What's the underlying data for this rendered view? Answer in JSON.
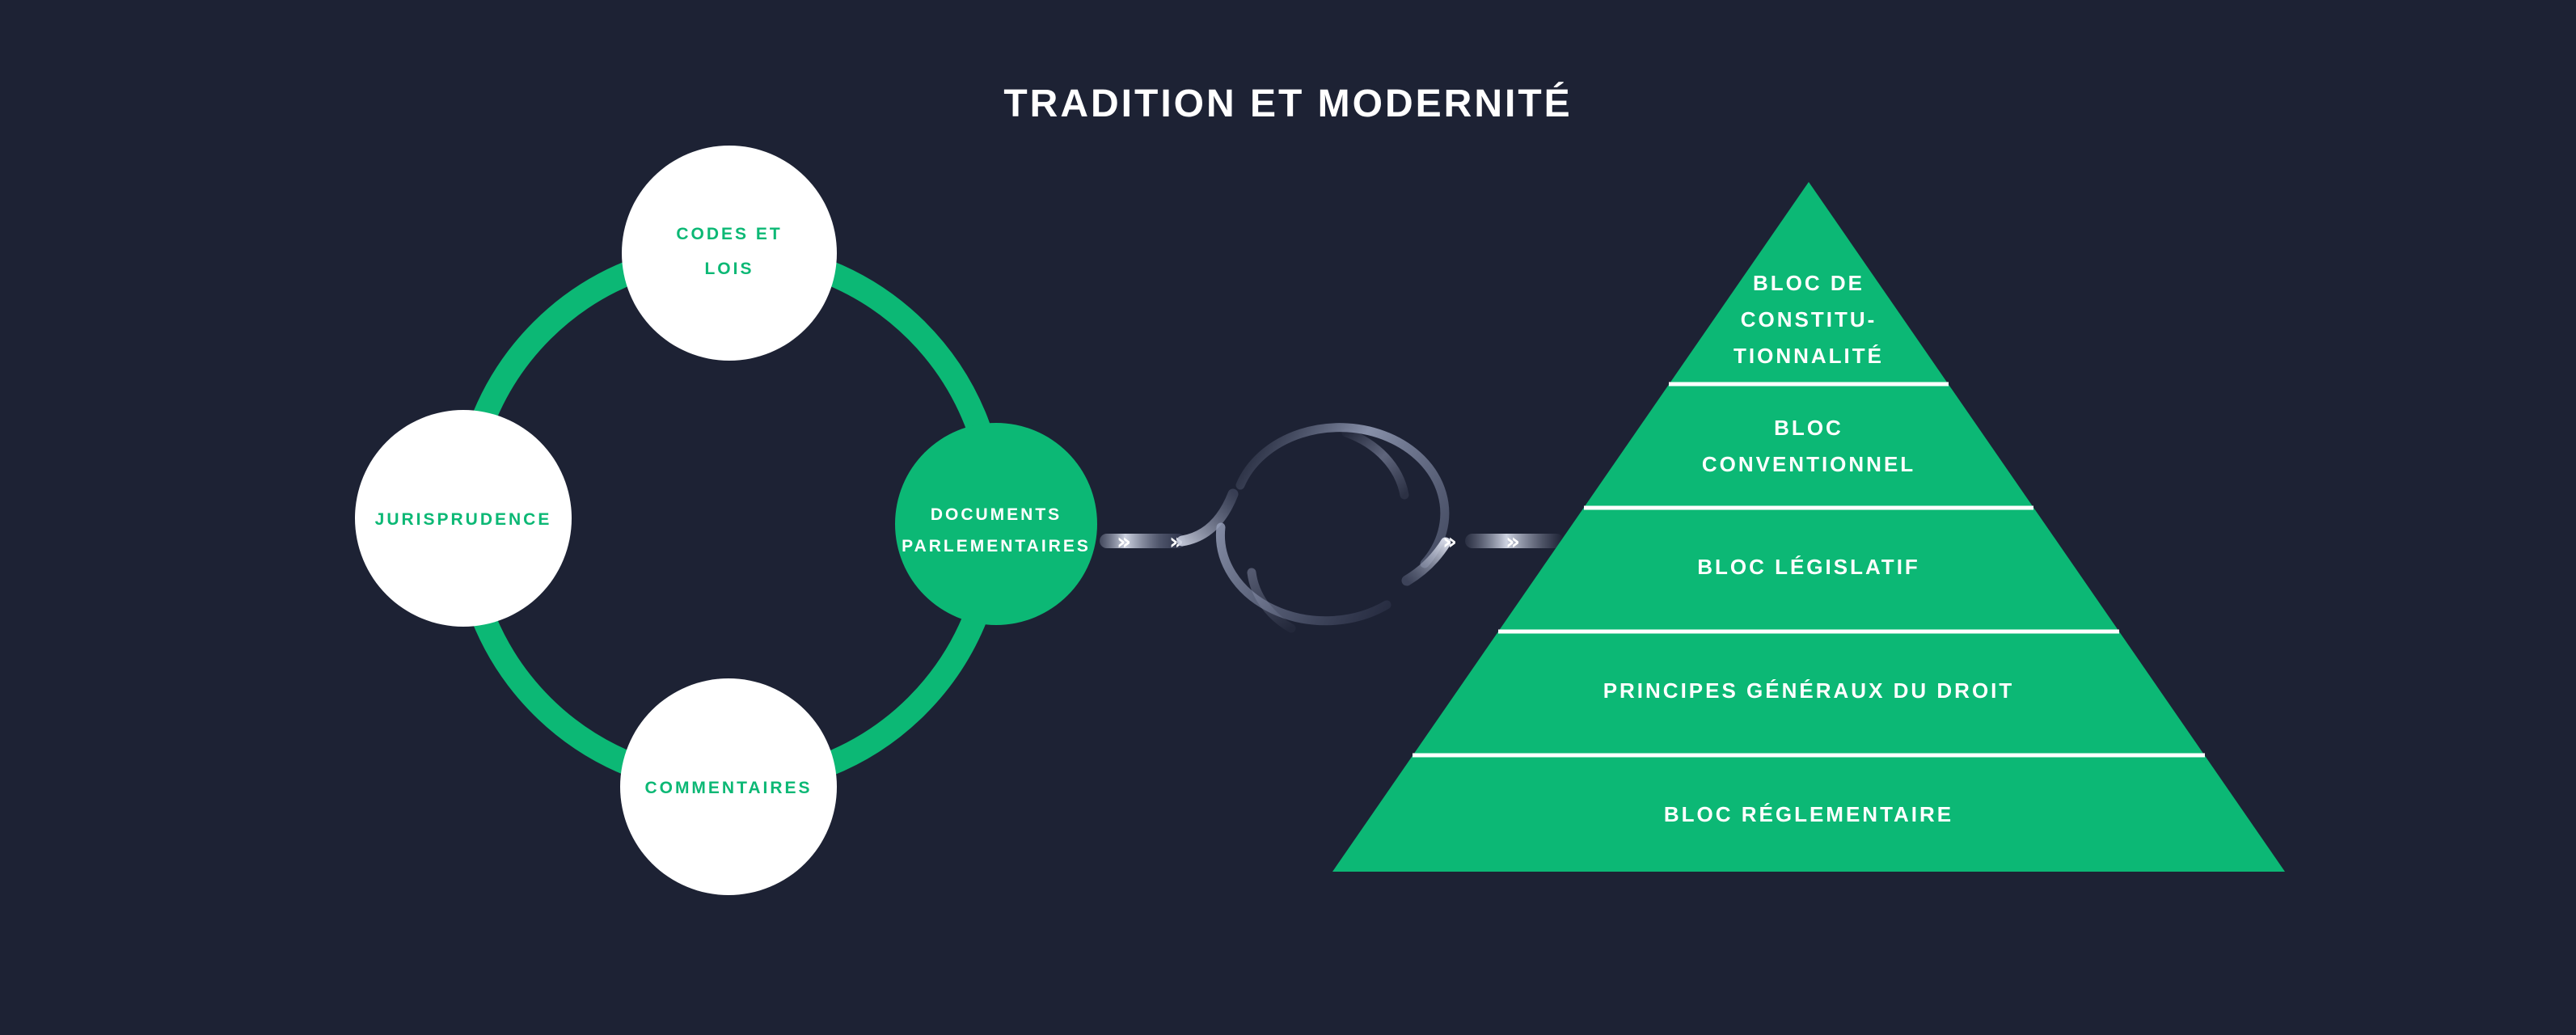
{
  "title": "TRADITION ET MODERNITÉ",
  "colors": {
    "background": "#1d2234",
    "green": "#0cb875",
    "white": "#ffffff",
    "connector_slate": "#9aa1b8"
  },
  "cycle": {
    "nodes": [
      {
        "id": "codes-et-lois",
        "style": "white-circle",
        "lines": [
          "CODES ET",
          "LOIS"
        ]
      },
      {
        "id": "jurisprudence",
        "style": "white-circle",
        "lines": [
          "JURISPRUDENCE"
        ]
      },
      {
        "id": "commentaires",
        "style": "white-circle",
        "lines": [
          "COMMENTAIRES"
        ]
      },
      {
        "id": "documents-parlementaires",
        "style": "green-circle",
        "lines": [
          "DOCUMENTS",
          "PARLEMENTAIRES"
        ]
      }
    ]
  },
  "connector": {
    "chevron": "»",
    "loop_icon": "cycle-loop"
  },
  "pyramid": {
    "levels": [
      {
        "lines": [
          "BLOC DE",
          "CONSTITU-",
          "TIONNALITÉ"
        ]
      },
      {
        "lines": [
          "BLOC",
          "CONVENTIONNEL"
        ]
      },
      {
        "lines": [
          "BLOC LÉGISLATIF"
        ]
      },
      {
        "lines": [
          "PRINCIPES GÉNÉRAUX DU DROIT"
        ]
      },
      {
        "lines": [
          "BLOC RÉGLEMENTAIRE"
        ]
      }
    ]
  }
}
